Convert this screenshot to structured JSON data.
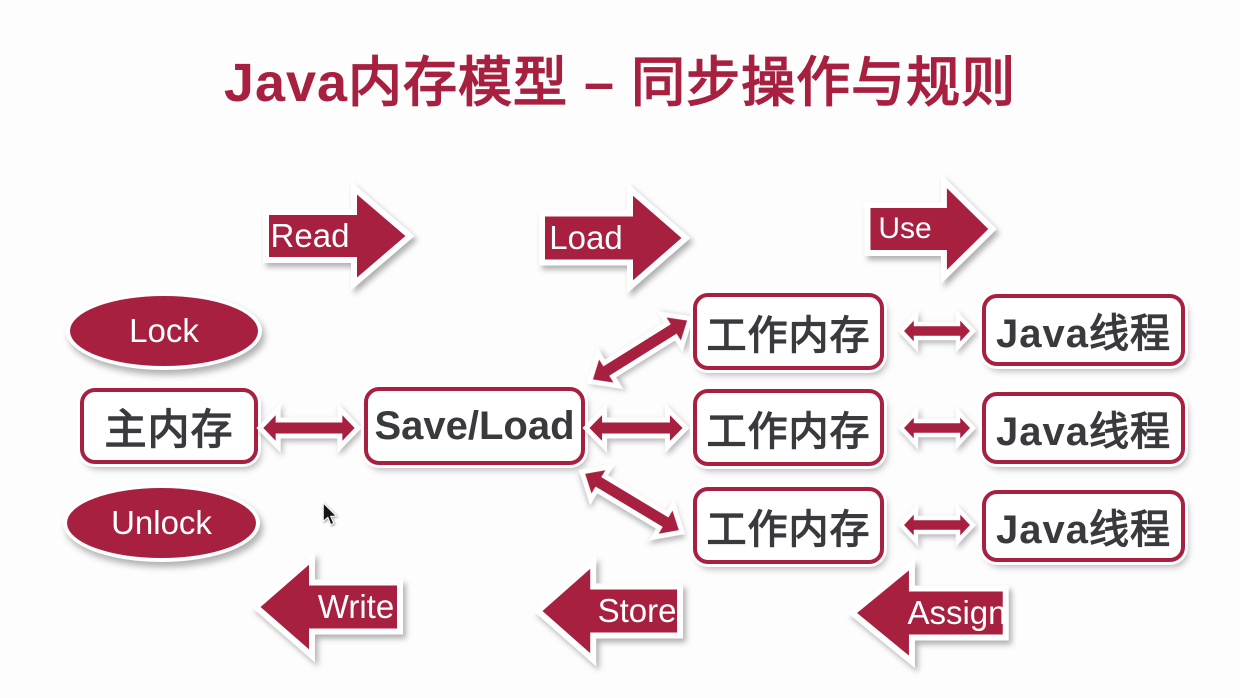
{
  "colors": {
    "accent": "#a7203f",
    "text_dark": "#3a3a3e",
    "background": "#fdfdfd",
    "label_white": "#ffffff"
  },
  "title": "Java内存模型 – 同步操作与规则",
  "ops": {
    "read": "Read",
    "load": "Load",
    "use": "Use",
    "write": "Write",
    "store": "Store",
    "assign": "Assign",
    "lock": "Lock",
    "unlock": "Unlock"
  },
  "nodes": {
    "main_memory": "主内存",
    "save_load": "Save/Load",
    "working_memory_1": "工作内存",
    "working_memory_2": "工作内存",
    "working_memory_3": "工作内存",
    "java_thread_1": "Java线程",
    "java_thread_2": "Java线程",
    "java_thread_3": "Java线程"
  }
}
